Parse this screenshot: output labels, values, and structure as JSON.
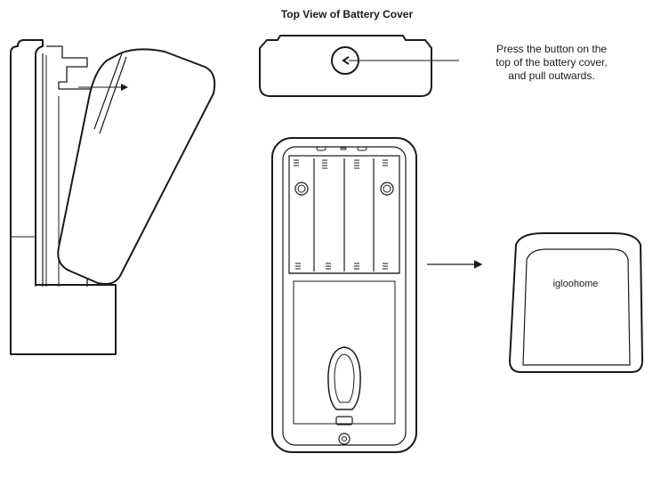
{
  "diagram": {
    "title": "Top View of Battery Cover",
    "instruction": {
      "line1": "Press the button on the",
      "line2": "top of the battery cover,",
      "line3": "and pull outwards."
    },
    "brand_logo_text": "igloohome"
  }
}
